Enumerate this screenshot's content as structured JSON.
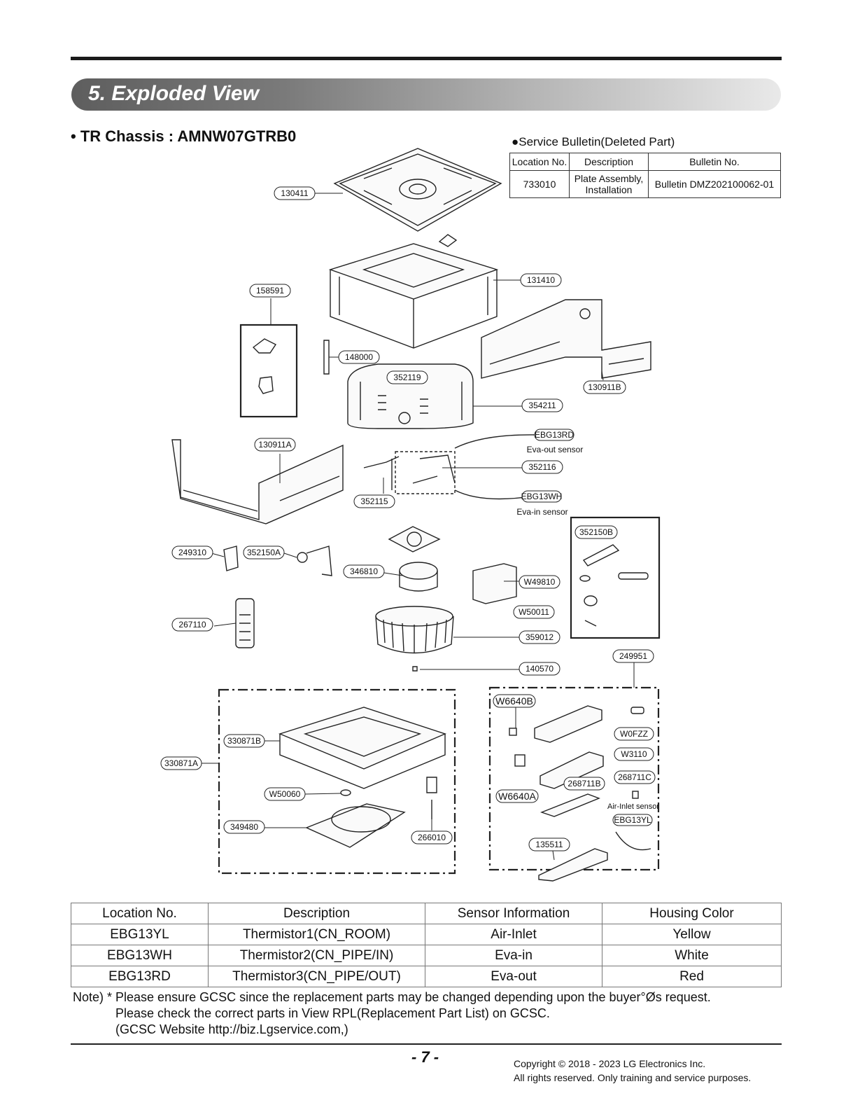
{
  "section": {
    "title": "5. Exploded View"
  },
  "chassis_title": "• TR Chassis : AMNW07GTRB0",
  "bulletin": {
    "caption": "●Service Bulletin(Deleted Part)",
    "headers": [
      "Location No.",
      "Description",
      "Bulletin No."
    ],
    "row": [
      "733010",
      "Plate Assembly, Installation",
      "Bulletin DMZ202100062-01"
    ]
  },
  "callouts": {
    "p130411": "130411",
    "p131410": "131410",
    "p158591": "158591",
    "p148000": "148000",
    "p352119": "352119",
    "p130911B": "130911B",
    "p354211": "354211",
    "pEBG13RD": "EBG13RD",
    "cap_eva_out": "Eva-out sensor",
    "p130911A": "130911A",
    "p352116": "352116",
    "p352115": "352115",
    "pEBG13WH": "EBG13WH",
    "cap_eva_in": "Eva-in sensor",
    "p352150B": "352150B",
    "p249310": "249310",
    "p352150A": "352150A",
    "p346810": "346810",
    "pW49810": "W49810",
    "pW50011": "W50011",
    "p267110": "267110",
    "p359012": "359012",
    "p249951": "249951",
    "p140570": "140570",
    "pW6640B": "W6640B",
    "pW0FZZ": "W0FZZ",
    "p330871B": "330871B",
    "pW3110": "W3110",
    "p330871A": "330871A",
    "p268711C": "268711C",
    "p268711B": "268711B",
    "pW50060": "W50060",
    "pW6640A": "W6640A",
    "cap_air_inlet": "Air-Inlet sensor",
    "pEBG13YL": "EBG13YL",
    "p349480": "349480",
    "p266010": "266010",
    "p135511": "135511"
  },
  "parts_table": {
    "headers": [
      "Location No.",
      "Description",
      "Sensor Information",
      "Housing Color"
    ],
    "rows": [
      [
        "EBG13YL",
        "Thermistor1(CN_ROOM)",
        "Air-Inlet",
        "Yellow"
      ],
      [
        "EBG13WH",
        "Thermistor2(CN_PIPE/IN)",
        "Eva-in",
        "White"
      ],
      [
        "EBG13RD",
        "Thermistor3(CN_PIPE/OUT)",
        "Eva-out",
        "Red"
      ]
    ]
  },
  "note": {
    "line1": "Note) * Please ensure GCSC since the replacement parts may be changed depending upon the buyer°Øs request.",
    "line2": "Please check  the correct parts in View RPL(Replacement Part List) on GCSC.",
    "line3": "(GCSC Website  http://biz.Lgservice.com,)"
  },
  "footer": {
    "page": "- 7 -",
    "copyright1": "Copyright © 2018 - 2023 LG Electronics Inc.",
    "copyright2": "All rights reserved. Only training and service purposes."
  }
}
